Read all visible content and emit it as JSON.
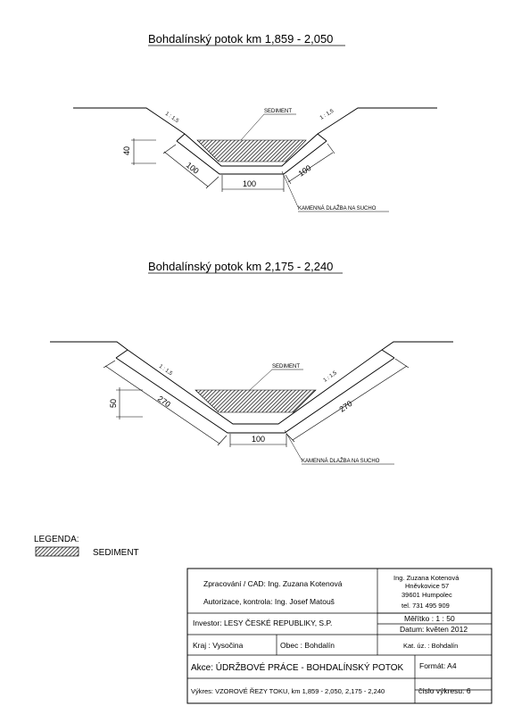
{
  "section1": {
    "title": "Bohdalínský potok km 1,859 - 2,050",
    "slope_left": "1 : 1,5",
    "slope_right": "1 : 1,5",
    "sediment_label": "SEDIMENT",
    "depth_dim": "40",
    "left_dim": "100",
    "bottom_dim": "100",
    "right_dim": "100",
    "paving_label": "KAMENNÁ DLAŽBA NA SUCHO"
  },
  "section2": {
    "title": "Bohdalínský potok  km  2,175 - 2,240",
    "slope_left": "1 : 1,5",
    "slope_right": "1 : 1,5",
    "sediment_label": "SEDIMENT",
    "depth_dim": "50",
    "left_dim": "270",
    "bottom_dim": "100",
    "right_dim": "270",
    "paving_label": "KAMENNÁ DLAŽBA NA SUCHO"
  },
  "legend": {
    "heading": "LEGENDA:",
    "item": "SEDIMENT"
  },
  "titleblock": {
    "prepared": "Zpracování / CAD: Ing. Zuzana Kotenová",
    "authorized": "Autorizace, kontrola: Ing. Josef Matouš",
    "addr_name": "Ing. Zuzana Kotenová",
    "addr_street": "Hněvkovice 57",
    "addr_city": "39601 Humpolec",
    "addr_phone": "tel.  731 495 909",
    "scale": "Měřítko : 1 : 50",
    "date": "Datum: květen 2012",
    "investor": "Investor: LESY ČESKÉ REPUBLIKY, S.P.",
    "region": "Kraj : Vysočina",
    "municipality": "Obec :  Bohdalín",
    "cadastre": "Kat. úz. : Bohdalín",
    "action": "Akce: ÚDRŽBOVÉ PRÁCE - BOHDALÍNSKÝ POTOK",
    "format": "Formát: A4",
    "drawing": "Výkres:  VZOROVÉ ŘEZY TOKU, km 1,859 - 2,050, 2,175 - 2,240",
    "sheet_no": "číslo výkresu: 6"
  },
  "colors": {
    "line": "#000000",
    "hatch": "#000000",
    "label": "#333333"
  }
}
